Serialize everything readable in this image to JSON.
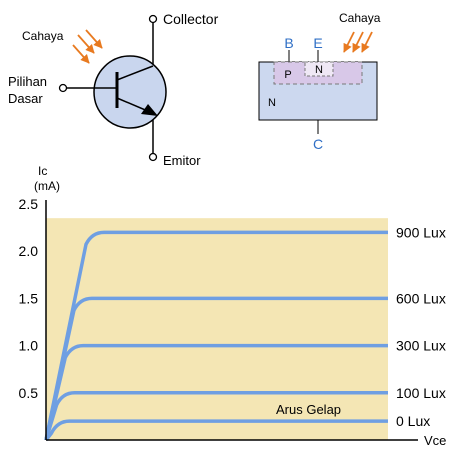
{
  "symbol": {
    "light_label": "Cahaya",
    "collector_label": "Collector",
    "base_label_line1": "Pilihan",
    "base_label_line2": "Dasar",
    "emitter_label": "Emitor"
  },
  "structure": {
    "light_label": "Cahaya",
    "base_letter": "B",
    "emitter_letter": "E",
    "collector_letter": "C",
    "p_region": "P",
    "n_emitter_region": "N",
    "n_collector_region": "N"
  },
  "colors": {
    "curve": "#6f9fe2",
    "plot_bg": "#f4e6b4",
    "light_arrow": "#e87a20",
    "terminal_letter": "#2f6fc6",
    "transistor_fill": "#c9d6ee",
    "p_region": "#d8c8e8",
    "n_emitter": "#efe8f5",
    "n_body": "#ccd8ef"
  },
  "chart_data": {
    "type": "line",
    "ylabel_line1": "Ic",
    "ylabel_line2": "(mA)",
    "xlabel": "Vce",
    "y_ticks": [
      "2.5",
      "2.0",
      "1.5",
      "1.0",
      "0.5"
    ],
    "y_tick_values": [
      2.5,
      2.0,
      1.5,
      1.0,
      0.5
    ],
    "ylim": [
      0,
      2.5
    ],
    "shaded_region_top": 2.35,
    "annotation": "Arus Gelap",
    "series": [
      {
        "name": "900 Lux",
        "saturation": 2.2
      },
      {
        "name": "600 Lux",
        "saturation": 1.5
      },
      {
        "name": "300 Lux",
        "saturation": 1.0
      },
      {
        "name": "100 Lux",
        "saturation": 0.5
      },
      {
        "name": "0 Lux",
        "saturation": 0.2
      }
    ]
  }
}
